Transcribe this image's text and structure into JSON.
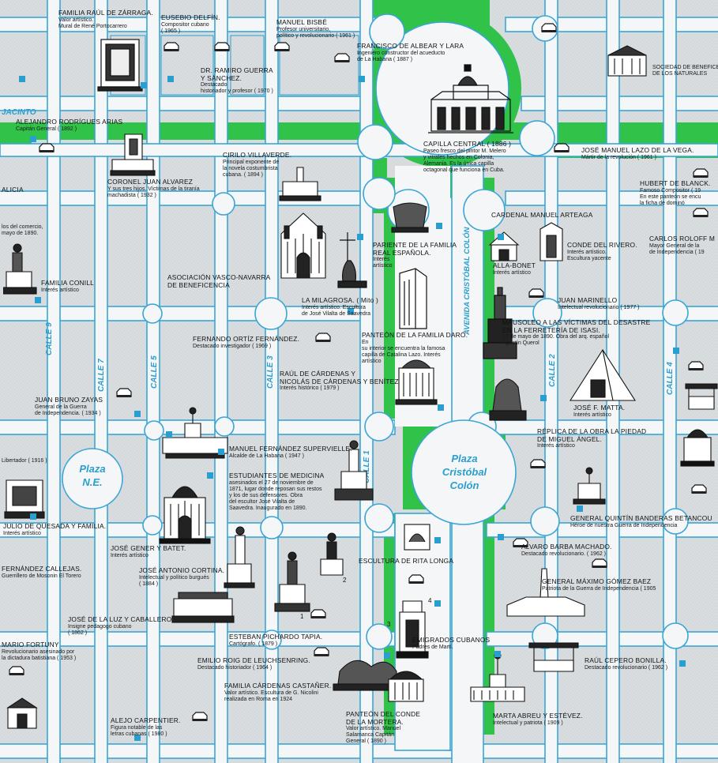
{
  "streets": {
    "jacinto": "JACINTO",
    "calle9": "CALLE 9",
    "calle7": "CALLE 7",
    "calle5": "CALLE 5",
    "calle3": "CALLE 3",
    "calle1": "CALLE 1",
    "calle2": "CALLE 2",
    "calle4": "CALLE 4",
    "avenida": "AVENIDA CRISTÓBAL COLÓN"
  },
  "plazas": {
    "ne_l1": "Plaza",
    "ne_l2": "N.E.",
    "colon_l1": "Plaza",
    "colon_l2": "Cristóbal",
    "colon_l3": "Colón"
  },
  "numbers": {
    "n1": "1",
    "n2": "2",
    "n3": "3",
    "n4": "4"
  },
  "labels": {
    "zarraga": {
      "name": "FAMILIA RAÚL DE ZÁRRAGA.",
      "desc": "Valor artístico.\nMural de René Portocarrero"
    },
    "delfin": {
      "name": "EUSEBIO DELFÍN.",
      "desc": "Compositor cubano\n( 1965 )"
    },
    "bisbe": {
      "name": "MANUEL BISBÉ",
      "desc": "Profesor universitario,\npolítico y revolucionario ( 1961 )"
    },
    "albear": {
      "name": "FRANCISCO DE ALBEAR Y LARA",
      "desc": "Ingeniero constructor del acueducto\nde La Habana ( 1887 )"
    },
    "sociedad": {
      "name": "",
      "desc": "SOCIEDAD DE BENEFICENCIA\nDE LOS NATURALES"
    },
    "guerra": {
      "name": "DR. RAMIRO GUERRA\nY SÁNCHEZ.",
      "desc": "Destacado\nhistoriador y profesor ( 1970 )"
    },
    "rodrigues": {
      "name": "ALEJANDRO RODRÍGUES ARIAS",
      "desc": "Capitán General ( 1892 )"
    },
    "capilla": {
      "name": "CAPILLA CENTRAL ( 1886 )",
      "desc": "Paseo fresco del pintor M. Melero\ny vitrales hechos en Colonia,\nAlemania. Es la única capilla\noctagonal que funciona en Cuba."
    },
    "lazo": {
      "name": "JOSÉ MANUEL LAZO DE LA VEGA.",
      "desc": "Mártir de la revolución ( 1961 )"
    },
    "villaverde": {
      "name": "CIRILO VILLAVERDE.",
      "desc": "Principal exponente de\nla novela costumbrista\ncubana. ( 1894 )"
    },
    "alvarez": {
      "name": "CORONEL JUAN ALVAREZ",
      "desc": "Y sus tres hijos. Víctimas de la tiranía\nmachadista ( 1932 )"
    },
    "blanck": {
      "name": "HUBERT DE BLANCK.",
      "desc": "Famoso Compositor ( 19\nEn este panteón se encu\nla ficha de dominó"
    },
    "galicia": {
      "name": "ALICIA",
      "desc": ""
    },
    "arteaga": {
      "name": "CARDENAL MANUEL ARTEAGA",
      "desc": ""
    },
    "comercio": {
      "name": "",
      "desc": "los del comercio,\nmayo de 1890."
    },
    "realespanola": {
      "name": "PARIENTE DE LA FAMILIA\nREAL ESPAÑOLA.",
      "desc": "Interés\nartístico"
    },
    "rivero": {
      "name": "CONDE DEL RIVERO.",
      "desc": "Interés artístico.\nEscultura yacente"
    },
    "roloff": {
      "name": "CARLOS ROLOFF M",
      "desc": "Mayor General de la\nde Independencia ( 19"
    },
    "conill": {
      "name": "FAMILIA CONILL",
      "desc": "Interés artístico"
    },
    "vasco": {
      "name": "ASOCIACIÓN VASCO-NAVARRA\nDE BENEFICENCIA",
      "desc": ""
    },
    "bonet": {
      "name": "ALLA-BONET",
      "desc": "Interés artístico"
    },
    "marinello": {
      "name": "JUAN MARINELLO",
      "desc": "Intelectual revolucionario ( 1977 )"
    },
    "milagrosa": {
      "name": "LA MILAGROSA. ( Mito )",
      "desc": "Interés artístico. Escultura\nde José Vilalta de Saavedra"
    },
    "mausoleo": {
      "name": "MAUSOLEO A LAS VÍCTIMAS DEL DESASTRE\nEN LA FERRETERÍA DE ISASI.",
      "desc": "17 de mayo de 1890. Obra del arq. español\nAgustín Querol"
    },
    "ortiz": {
      "name": "FERNANDO ORTÍZ FERNÁNDEZ.",
      "desc": "Destacado investigador ( 1969 )"
    },
    "daro": {
      "name": "PANTEÓN DE LA FAMILIA DARÓ.",
      "desc": "En\nsu interior se encuentra la famosa\ncapilla de Catalina Lazo. Interés\nartístico"
    },
    "cardenas": {
      "name": "RAÚL DE CÁRDENAS Y\nNICOLÁS DE CÁRDENAS Y BENÍTEZ",
      "desc": "Interés histórico ( 1979 )"
    },
    "zayas": {
      "name": "JUAN BRUNO ZAYAS",
      "desc": "General de la Guerra\nde Independencia. ( 1934 )"
    },
    "matta": {
      "name": "JOSÉ F. MATTA.",
      "desc": "Interés artístico"
    },
    "replica": {
      "name": "RÉPLICA DE LA OBRA LA PIEDAD\nDE MIGUEL ÁNGEL.",
      "desc": "Interés artístico"
    },
    "supervielle": {
      "name": "MANUEL FERNÁNDEZ SUPERVIELLE.",
      "desc": "Alcalde de La Habana ( 1947 )"
    },
    "libertador": {
      "name": "",
      "desc": "Libertador ( 1916 )"
    },
    "estudiantes": {
      "name": "ESTUDIANTES DE MEDICINA",
      "desc": "asesinados el 27 de noviembre de\n1871, lugar donde reposan sus restos\ny los de sus defensores. Obra\ndel escultor José Vilalta de\nSaavedra. Inaugurado en 1890."
    },
    "banderas": {
      "name": "GENERAL QUINTÍN BANDERAS BETANCOU",
      "desc": "Héroe de nuestra Guerra de Independencia"
    },
    "quesada": {
      "name": "JULIO DE QUESADA Y FAMILIA.",
      "desc": "Interés artístico"
    },
    "gener": {
      "name": "JOSÉ GENER Y BATET.",
      "desc": "Interés artístico"
    },
    "barba": {
      "name": "ALVARO BARBA MACHADO.",
      "desc": "Destacado revolucionario. ( 1962 )"
    },
    "cortina": {
      "name": "JOSÉ ANTONIO CORTINA.",
      "desc": "Intelectual y político burgués\n( 1884 )"
    },
    "callejas": {
      "name": "FERNÁNDEZ CALLEJAS.",
      "desc": "Guerrillero de Mosonin El Torero"
    },
    "ritalonga": {
      "name": "ESCULTURA DE RITA LONGA",
      "desc": ""
    },
    "gomez": {
      "name": "GENERAL MÁXIMO GÓMEZ BAEZ",
      "desc": "Patriota de la Guerra de Independencia ( 1905"
    },
    "luz": {
      "name": "JOSÉ DE LA LUZ Y CABALLERO",
      "desc": "Insigne pedagogo cubano\n( 1862 )"
    },
    "pichardo": {
      "name": "ESTEBAN PICHARDO TAPIA.",
      "desc": "Cartógrafo. ( 1879 )"
    },
    "emigrados": {
      "name": "EMIGRADOS CUBANOS",
      "desc": "Padres de Martí."
    },
    "fortuny": {
      "name": "MARIO FORTUNY",
      "desc": "Revolucionario asesinado por\nla dictadura batistiana ( 1953 )"
    },
    "roig": {
      "name": "EMILIO ROIG DE LEUCHSENRING.",
      "desc": "Destacado historiador ( 1964 )"
    },
    "cepero": {
      "name": "RAÚL CEPERO BONILLA.",
      "desc": "Destacado revolucionario ( 1962 )"
    },
    "castaner": {
      "name": "FAMILIA CÁRDENAS CASTAÑER.",
      "desc": "Valor artístico. Escultura de G. Nicolini\nrealizada en Roma en 1924"
    },
    "carpentier": {
      "name": "ALEJO CARPENTIER.",
      "desc": "Figura notable de las\nletras cubanas ( 1980 )"
    },
    "mortera": {
      "name": "PANTEÓN DEL CONDE\nDE LA MORTERA.",
      "desc": "Valor artístico. Manuel\nSalamanca Capitán\nGeneral ( 1890 )"
    },
    "abreu": {
      "name": "MARTA ABREU Y ESTÉVEZ.",
      "desc": "Intelectual y patriota ( 1909 )"
    }
  },
  "colors": {
    "background": "#d9dde0",
    "street_line": "#3aa6d6",
    "green": "#31c24a",
    "marker": "#2a9fcf",
    "text": "#1a1a1a"
  }
}
